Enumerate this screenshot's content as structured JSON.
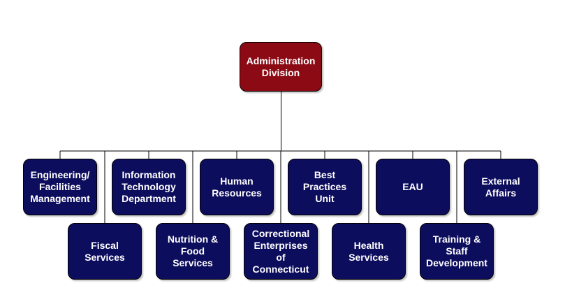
{
  "colors": {
    "root_fill": "#8b0a14",
    "node_fill": "#0d0d5e",
    "line": "#000000",
    "text": "#ffffff"
  },
  "root": {
    "label": "Administration\nDivision"
  },
  "top_row": [
    {
      "label": "Engineering/\nFacilities\nManagement"
    },
    {
      "label": "Information\nTechnology\nDepartment"
    },
    {
      "label": "Human\nResources"
    },
    {
      "label": "Best\nPractices\nUnit"
    },
    {
      "label": "EAU"
    },
    {
      "label": "External\nAffairs"
    }
  ],
  "bottom_row": [
    {
      "label": "Fiscal\nServices"
    },
    {
      "label": "Nutrition &\nFood\nServices"
    },
    {
      "label": "Correctional\nEnterprises\nof\nConnecticut"
    },
    {
      "label": "Health\nServices"
    },
    {
      "label": "Training &\nStaff\nDevelopment"
    }
  ]
}
